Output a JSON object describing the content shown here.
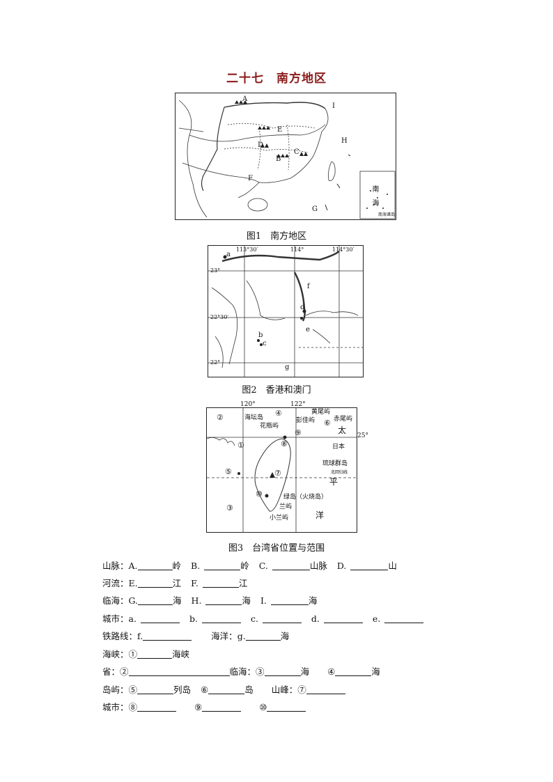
{
  "title": "二十七　南方地区",
  "figures": {
    "fig1": {
      "caption": "图1　南方地区",
      "labels": [
        "A",
        "B",
        "C",
        "D",
        "E",
        "F",
        "G",
        "H",
        "I"
      ],
      "inset_label": "南　海",
      "inset_note": "南海诸岛"
    },
    "fig2": {
      "caption": "图2　香港和澳门",
      "top_ticks": [
        "113°30′",
        "114°",
        "114°30′"
      ],
      "left_ticks": [
        "23°",
        "22°30′",
        "22°"
      ],
      "labels": [
        "a",
        "b",
        "c",
        "d",
        "e",
        "f",
        "g"
      ]
    },
    "fig3": {
      "caption": "图3　台湾省位置与范围",
      "top_ticks": [
        "120°",
        "122°"
      ],
      "right_tick": "25°",
      "circled": [
        "①",
        "②",
        "③",
        "④",
        "⑤",
        "⑥",
        "⑦",
        "⑧",
        "⑨",
        "⑩"
      ],
      "places": [
        "海坛岛",
        "花瓶屿",
        "黄尾屿",
        "彭佳屿",
        "赤尾屿",
        "日本",
        "琉球群岛",
        "北回归线",
        "绿岛（火烧岛）",
        "兰屿",
        "小兰屿"
      ],
      "ocean": [
        "太",
        "平",
        "洋"
      ]
    }
  },
  "questions": {
    "q1": {
      "label": "山脉：",
      "items": [
        "A.",
        "岭",
        "B.",
        "岭",
        "C.",
        "山脉",
        "D.",
        "山"
      ]
    },
    "q2": {
      "label": "河流：",
      "items": [
        "E.",
        "江",
        "F.",
        "江"
      ]
    },
    "q3": {
      "label": "临海：",
      "items": [
        "G.",
        "海",
        "H.",
        "海",
        "I.",
        "海"
      ]
    },
    "q4": {
      "label": "城市：",
      "items": [
        "a.",
        "b.",
        "c.",
        "d.",
        "e."
      ]
    },
    "q5": {
      "label": "铁路线：",
      "items": [
        "f.",
        "海洋：",
        "g.",
        "海"
      ]
    },
    "q6": {
      "label": "海峡：",
      "items": [
        "①",
        "海峡"
      ]
    },
    "q7": {
      "label": "省：",
      "items": [
        "②",
        "临海：",
        "③",
        "海",
        "④",
        "海"
      ]
    },
    "q8": {
      "label": "岛屿：",
      "items": [
        "⑤",
        "列岛",
        "⑥",
        "岛",
        "山峰：",
        "⑦"
      ]
    },
    "q9": {
      "label": "城市：",
      "items": [
        "⑧",
        "⑨",
        "⑩"
      ]
    }
  }
}
